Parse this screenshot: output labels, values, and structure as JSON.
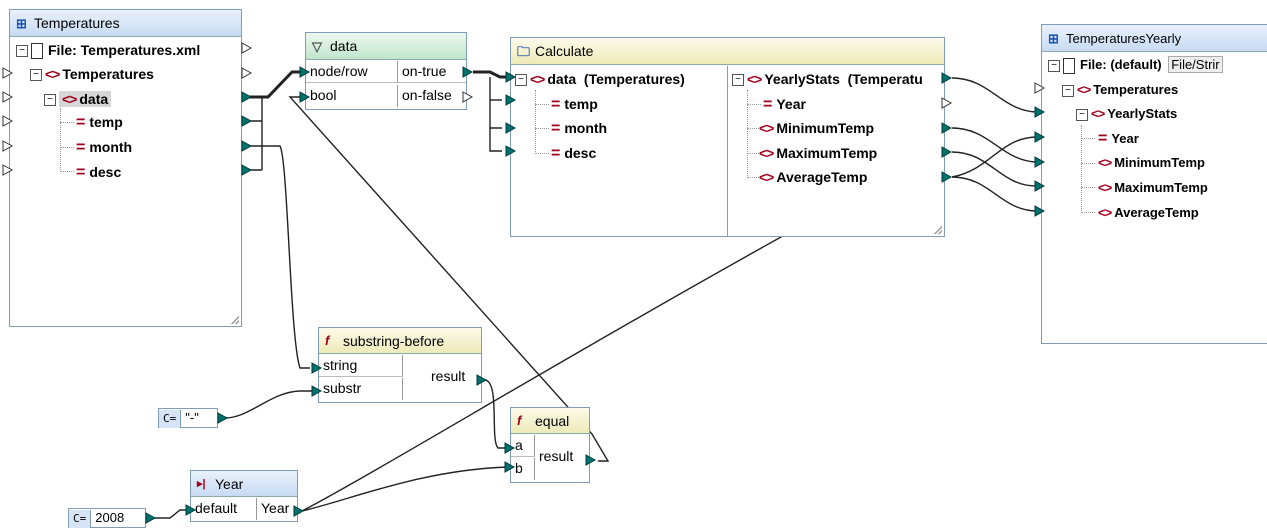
{
  "temperatures": {
    "title": "Temperatures",
    "file": "File: Temperatures.xml",
    "root": "Temperatures",
    "data": "data",
    "fields": [
      "temp",
      "month",
      "desc"
    ]
  },
  "filter": {
    "title": "data",
    "node_row": "node/row",
    "bool": "bool",
    "on_true": "on-true",
    "on_false": "on-false"
  },
  "calculate": {
    "title": "Calculate",
    "left_root": "data  (Temperatures)",
    "left_fields": [
      "temp",
      "month",
      "desc"
    ],
    "right_root": "YearlyStats  (Temperatu",
    "year": "Year",
    "right_fields": [
      "MinimumTemp",
      "MaximumTemp",
      "AverageTemp"
    ]
  },
  "yearly": {
    "title": "TemperaturesYearly",
    "file": "File: (default)",
    "file_button": "File/Strir",
    "root": "Temperatures",
    "stats": "YearlyStats",
    "year": "Year",
    "fields": [
      "MinimumTemp",
      "MaximumTemp",
      "AverageTemp"
    ]
  },
  "substring_before": {
    "title": "substring-before",
    "string": "string",
    "substr": "substr",
    "result": "result"
  },
  "equal": {
    "title": "equal",
    "a": "a",
    "b": "b",
    "result": "result"
  },
  "year_input": {
    "title": "Year",
    "default": "default",
    "output": "Year"
  },
  "const_dash": {
    "badge": "C=",
    "value": "\"-\""
  },
  "const_year": {
    "badge": "C=",
    "value": "2008"
  },
  "colors": {
    "connector": "#00726e",
    "wire": "#000000"
  },
  "icons": {
    "schema": "schema-icon",
    "filter": "funnel-icon",
    "function": "function-icon",
    "folder": "folder-icon",
    "input": "input-parameter-icon"
  }
}
